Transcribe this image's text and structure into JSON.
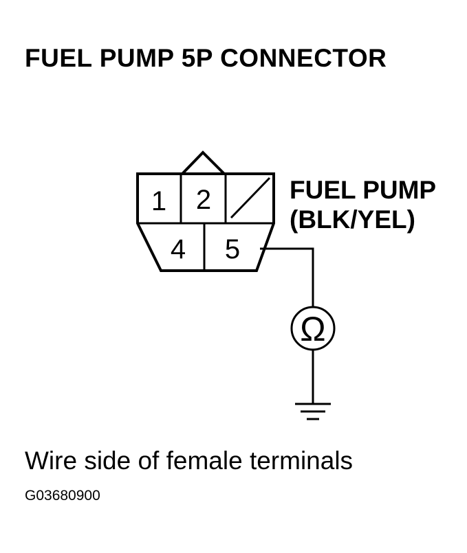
{
  "title": "FUEL PUMP 5P CONNECTOR",
  "connector": {
    "terminals": {
      "t1": "1",
      "t2": "2",
      "t4": "4",
      "t5": "5"
    },
    "terminal_3": "unused"
  },
  "label": {
    "line1": "FUEL PUMP",
    "line2": "(BLK/YEL)"
  },
  "meter_symbol": "Ω",
  "caption": "Wire side of female terminals",
  "figure_code": "G03680900",
  "colors": {
    "ink": "#000000",
    "background": "#ffffff"
  }
}
